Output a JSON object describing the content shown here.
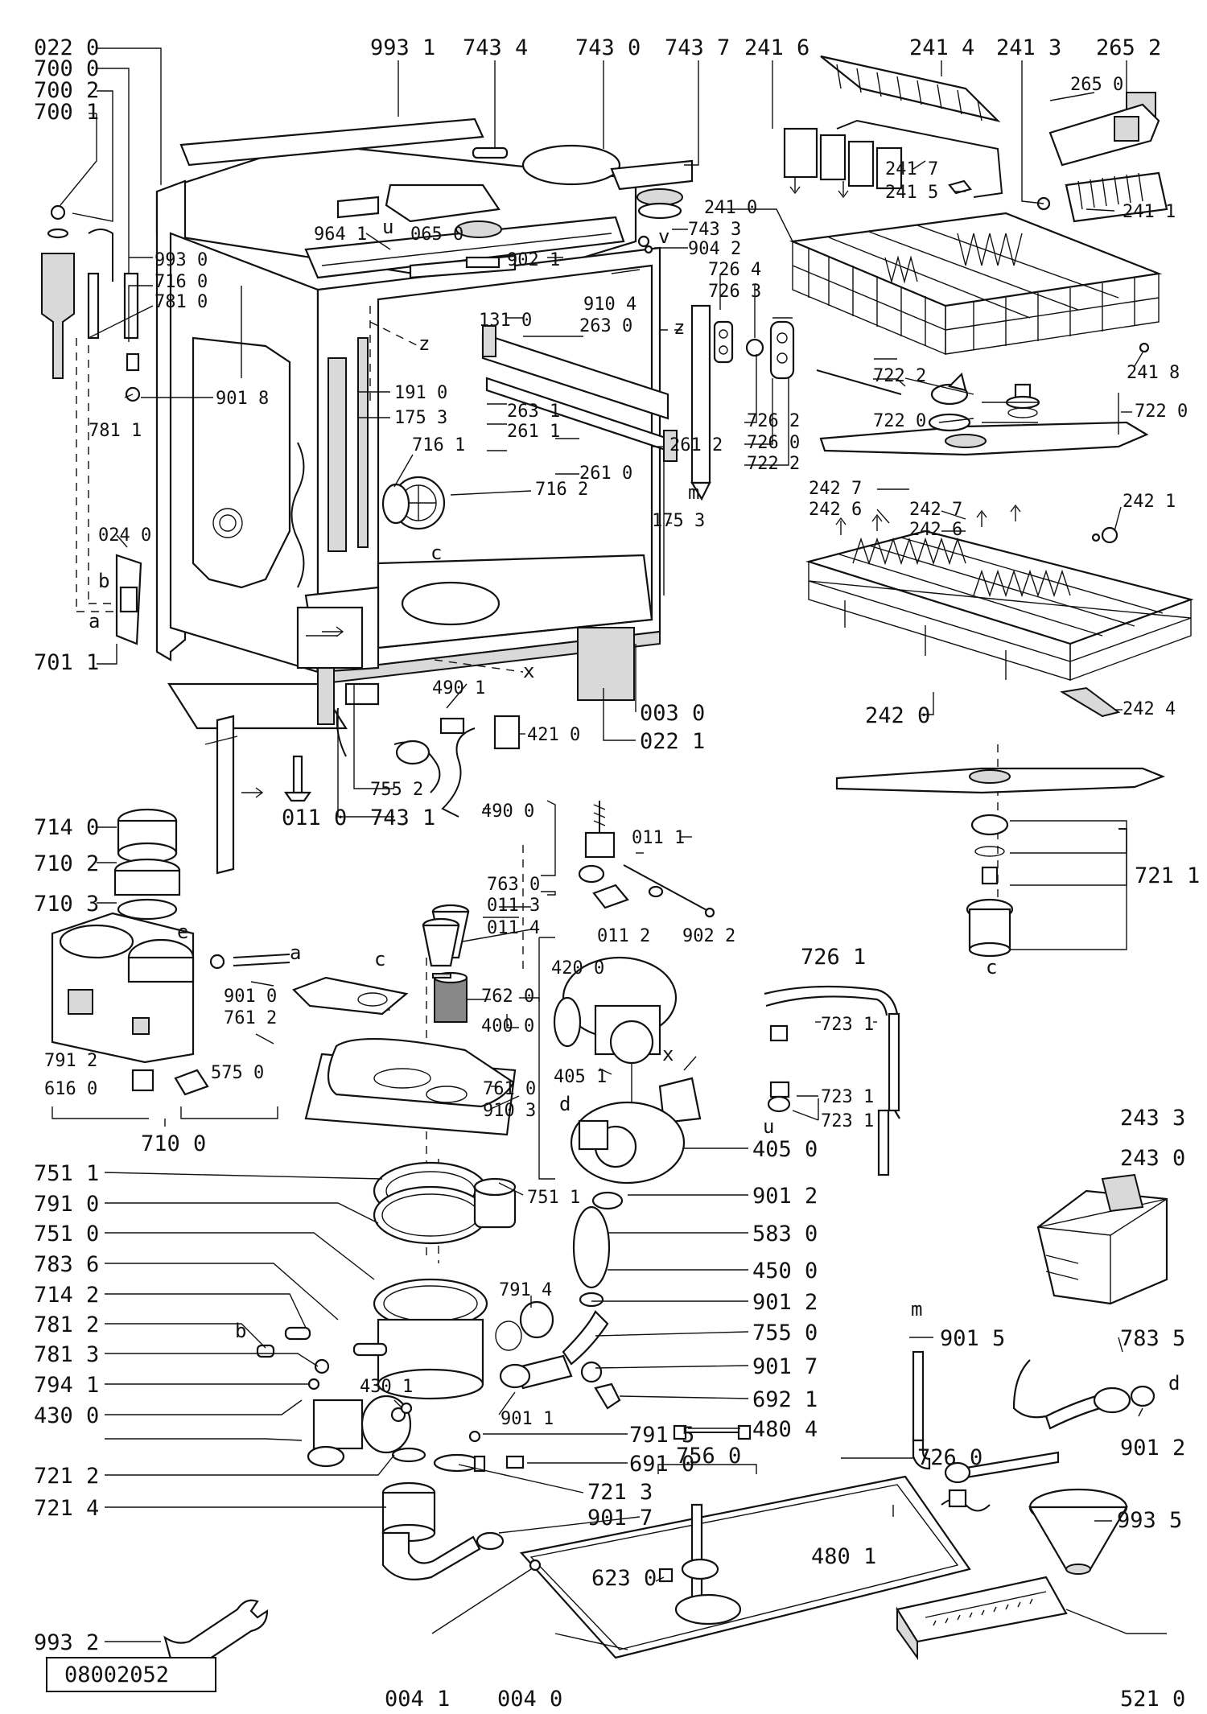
{
  "reference": "08002052",
  "labels": {
    "l0220": "022 0",
    "l7000": "700 0",
    "l7002": "700 2",
    "l7001": "700 1",
    "l9931": "993 1",
    "l7434": "743 4",
    "l7430": "743 0",
    "l7437": "743 7",
    "l2416": "241 6",
    "l2414": "241 4",
    "l2413": "241 3",
    "l2652": "265 2",
    "l2650": "265 0",
    "l2417": "241 7",
    "l2415": "241 5",
    "l2410": "241 0",
    "l2411": "241 1",
    "l7433": "743 3",
    "l9042": "904 2",
    "l9641": "964 1",
    "l0650": "065 0",
    "l9021": "902 1",
    "l9930": "993 0",
    "l7160": "716 0",
    "l7810": "781 0",
    "l9104": "910 4",
    "l7264": "726 4",
    "l7263": "726 3",
    "l1310": "131 0",
    "l2630": "263 0",
    "l9018": "901 8",
    "l7811": "781 1",
    "l1910": "191 0",
    "l1753a": "175 3",
    "l2631": "263 1",
    "l2611": "261 1",
    "l7262": "726 2",
    "l7260a": "726 0",
    "l7222a": "722 2",
    "l2612": "261 2",
    "l2610": "261 0",
    "l7161": "716 1",
    "l7162": "716 2",
    "l7222b": "722 2",
    "l7220a": "722 0",
    "l7220b": "722 0",
    "l2418": "241 8",
    "l1753b": "175 3",
    "l2427a": "242 7",
    "l2426a": "242 6",
    "l2427b": "242 7",
    "l2426b": "242 6",
    "l2421": "242 1",
    "l0240": "024 0",
    "l7011": "701 1",
    "l4901": "490 1",
    "l4210": "421 0",
    "l0030": "003 0",
    "l0221": "022 1",
    "l2420": "242 0",
    "l2424": "242 4",
    "l7552": "755 2",
    "l0110": "011 0",
    "l7431": "743 1",
    "l4900": "490 0",
    "l7140": "714 0",
    "l7102": "710 2",
    "l7103": "710 3",
    "l0111": "011 1",
    "l7211": "721 1",
    "l7630": "763 0",
    "l0113": "011 3",
    "l0114": "011 4",
    "l0112": "011 2",
    "l9022": "902 2",
    "l7261": "726 1",
    "l4200": "420 0",
    "l9010": "901 0",
    "l7612": "761 2",
    "l7620": "762 0",
    "l4000": "400 0",
    "l7231a": "723 1",
    "l7912": "791 2",
    "l6160": "616 0",
    "l5750": "575 0",
    "l4051": "405 1",
    "l7231b": "723 1",
    "l7231c": "723 1",
    "l7610": "761 0",
    "l9103": "910 3",
    "l7100": "710 0",
    "l4050": "405 0",
    "l2433": "243 3",
    "l2430": "243 0",
    "l7511a": "751 1",
    "l7511b": "751 1",
    "l9012a": "901 2",
    "l7910": "791 0",
    "l5830": "583 0",
    "l7510": "751 0",
    "l4500": "450 0",
    "l7836": "783 6",
    "l7914": "791 4",
    "l9012b": "901 2",
    "l7142": "714 2",
    "l7550": "755 0",
    "l9015": "901 5",
    "l7835": "783 5",
    "l7812": "781 2",
    "l9017a": "901 7",
    "l7813": "781 3",
    "l4301": "430 1",
    "l6921": "692 1",
    "l7941": "794 1",
    "l9011": "901 1",
    "l4804": "480 4",
    "l9012c": "901 2",
    "l4300": "430 0",
    "l7915": "791 5",
    "l6910": "691 0",
    "l7260b": "726 0",
    "l7212": "721 2",
    "l7560": "756 0",
    "l7213": "721 3",
    "l7214": "721 4",
    "l9017b": "901 7",
    "l4801": "480 1",
    "l9935": "993 5",
    "l6230": "623 0",
    "l9932": "993 2",
    "l0041": "004 1",
    "l0040": "004 0",
    "l5210": "521 0"
  },
  "letters": {
    "z1": "z",
    "z2": "z",
    "u1": "u",
    "v1": "v",
    "m1": "m",
    "b1": "b",
    "a1": "a",
    "x1": "x",
    "c1": "c",
    "c2": "c",
    "e1": "e",
    "a2": "a",
    "c3": "c",
    "x2": "x",
    "d1": "d",
    "u2": "u",
    "b2": "b",
    "m2": "m",
    "d2": "d"
  }
}
